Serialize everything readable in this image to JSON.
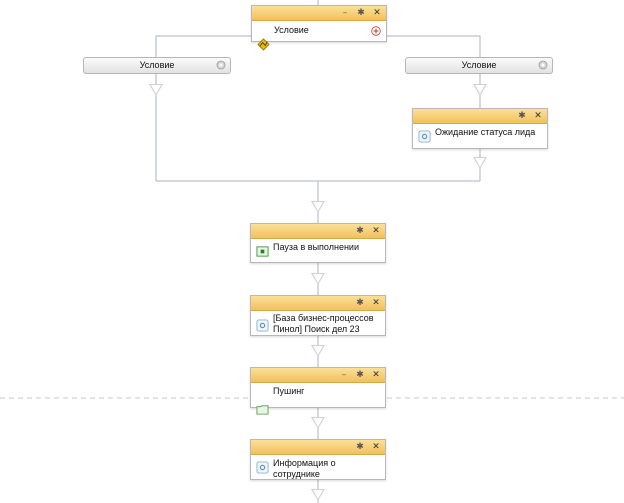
{
  "top_condition": {
    "title": "Условие"
  },
  "branches": [
    {
      "label": "Условие"
    },
    {
      "label": "Условие"
    }
  ],
  "wait_block": {
    "title": "Ожидание статуса лида"
  },
  "pause_block": {
    "title": "Пауза в выполнении"
  },
  "bp_block": {
    "title_line1": "[База бизнес-процессов",
    "title_line2": "Пинол] Поиск дел 23"
  },
  "push_block": {
    "title": "Пушинг"
  },
  "info_block": {
    "title": "Информация о сотруднике"
  },
  "colors": {
    "header": "#f2c15a",
    "wire": "#b8c3cc",
    "arrow": "#d0d0d0"
  }
}
